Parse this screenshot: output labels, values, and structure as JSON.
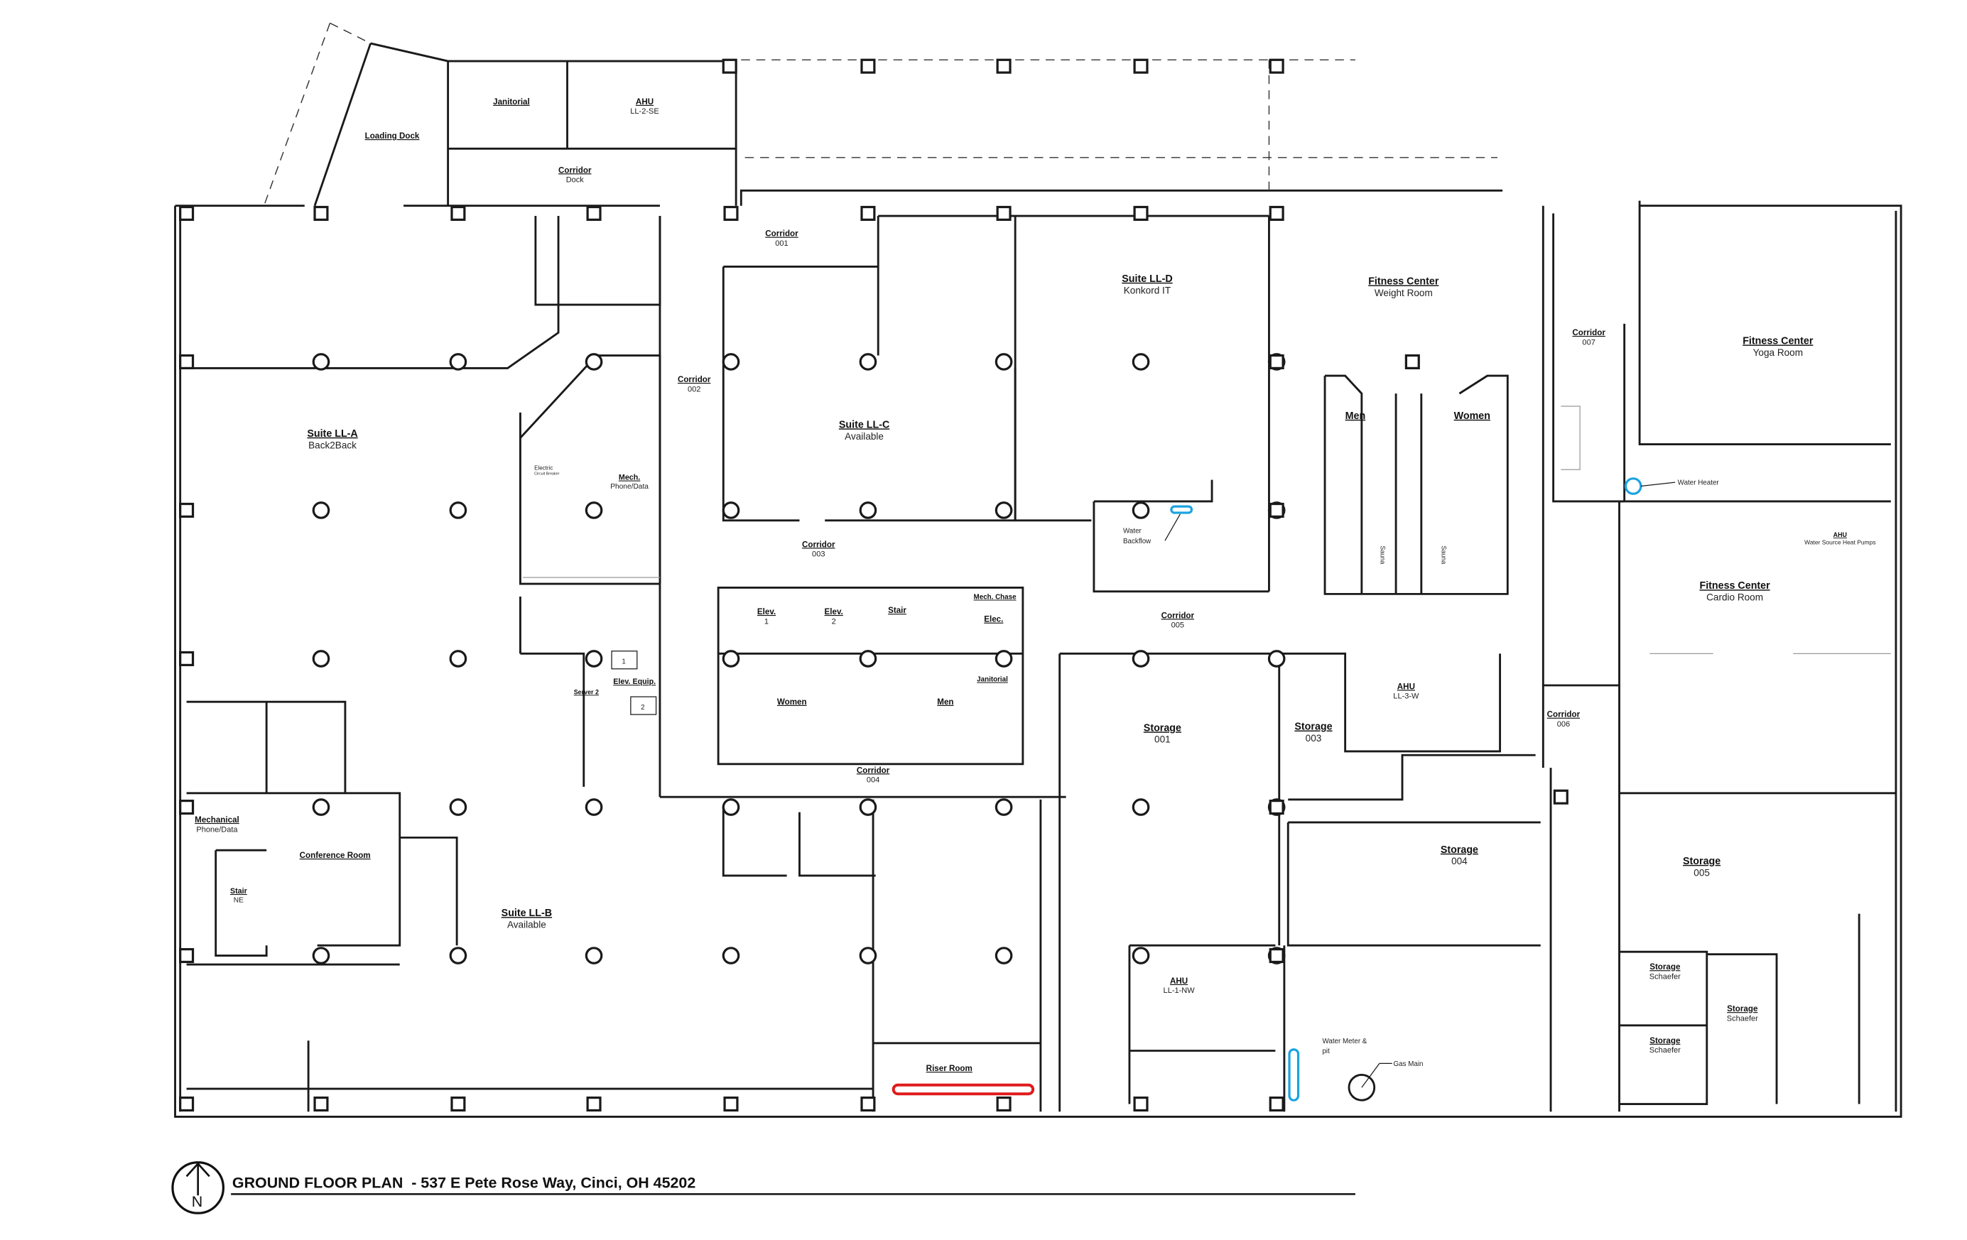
{
  "plan_title": "GROUND FLOOR PLAN  - 537 E Pete Rose Way, Cinci, OH 45202",
  "north_label": "N",
  "colors": {
    "wall": "#1a1a1a",
    "fixture": "#1aa3e0",
    "riser": "#e01b1b"
  },
  "rooms": [
    {
      "name": "Janitorial",
      "sub": ""
    },
    {
      "name": "AHU",
      "sub": "LL-2-SE"
    },
    {
      "name": "Loading Dock",
      "sub": ""
    },
    {
      "name": "Corridor",
      "sub": "Dock"
    },
    {
      "name": "Corridor",
      "sub": "001"
    },
    {
      "name": "Suite LL-D",
      "sub": "Konkord IT"
    },
    {
      "name": "Fitness Center",
      "sub": "Weight Room"
    },
    {
      "name": "Corridor",
      "sub": "007"
    },
    {
      "name": "Fitness Center",
      "sub": "Yoga Room"
    },
    {
      "name": "Corridor",
      "sub": "002"
    },
    {
      "name": "Suite LL-C",
      "sub": "Available"
    },
    {
      "name": "Men",
      "sub": ""
    },
    {
      "name": "Women",
      "sub": ""
    },
    {
      "name": "Suite LL-A",
      "sub": "Back2Back"
    },
    {
      "name": "Mech.",
      "sub": "Phone/Data"
    },
    {
      "name": "Corridor",
      "sub": "003"
    },
    {
      "name": "Fitness Center",
      "sub": "Cardio Room"
    },
    {
      "name": "Mech. Chase",
      "sub": ""
    },
    {
      "name": "Elec.",
      "sub": ""
    },
    {
      "name": "Stair",
      "sub": ""
    },
    {
      "name": "Elev.",
      "sub": "1"
    },
    {
      "name": "Elev.",
      "sub": "2"
    },
    {
      "name": "Corridor",
      "sub": "005"
    },
    {
      "name": "Janitorial",
      "sub": ""
    },
    {
      "name": "Elev. Equip.",
      "sub": ""
    },
    {
      "name": "Server 2",
      "sub": ""
    },
    {
      "name": "AHU",
      "sub": "LL-3-W"
    },
    {
      "name": "Women",
      "sub": ""
    },
    {
      "name": "Men",
      "sub": ""
    },
    {
      "name": "Corridor",
      "sub": "006"
    },
    {
      "name": "Storage",
      "sub": "001"
    },
    {
      "name": "Storage",
      "sub": "003"
    },
    {
      "name": "Corridor",
      "sub": "004"
    },
    {
      "name": "Mechanical",
      "sub": "Phone/Data"
    },
    {
      "name": "Storage",
      "sub": "004"
    },
    {
      "name": "Conference Room",
      "sub": ""
    },
    {
      "name": "Storage",
      "sub": "005"
    },
    {
      "name": "Stair",
      "sub": "NE"
    },
    {
      "name": "Suite LL-B",
      "sub": "Available"
    },
    {
      "name": "AHU",
      "sub": "LL-1-NW"
    },
    {
      "name": "Storage",
      "sub": "Schaefer"
    },
    {
      "name": "Storage",
      "sub": "Schaefer"
    },
    {
      "name": "Storage",
      "sub": "Schaefer"
    },
    {
      "name": "Riser Room",
      "sub": ""
    },
    {
      "name": "AHU",
      "sub": "Water Source Heat Pumps"
    }
  ],
  "annotations": {
    "water_heater": "Water Heater",
    "water_backflow_1": "Water",
    "water_backflow_2": "Backflow",
    "water_meter_1": "Water Meter &",
    "water_meter_2": "pit",
    "gas_main": "Gas Main",
    "electric_1": "Electric",
    "electric_2": "Circuit Breaker",
    "sauna_a": "Sauna",
    "sauna_b": "Sauna",
    "elev_equip_1": "1",
    "elev_equip_2": "2"
  }
}
